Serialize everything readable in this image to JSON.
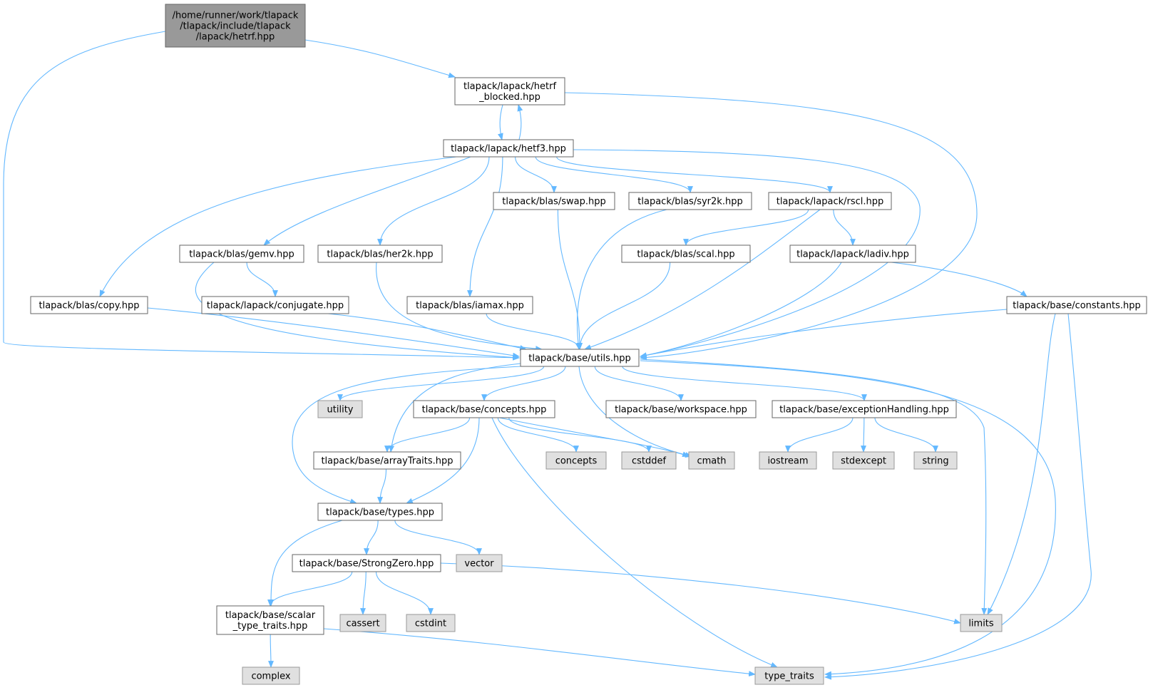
{
  "colors": {
    "edge": "#63b8ff",
    "root_fill": "#999999",
    "root_stroke": "#666666",
    "node_fill": "#ffffff",
    "node_stroke": "#666666",
    "sys_fill": "#e0e0e0",
    "sys_stroke": "#999999"
  },
  "nodes": [
    {
      "id": "root",
      "lines": [
        "/home/runner/work/tlapack",
        "/tlapack/include/tlapack",
        "/lapack/hetrf.hpp"
      ],
      "kind": "root"
    },
    {
      "id": "hetrf_blocked",
      "lines": [
        "tlapack/lapack/hetrf",
        "_blocked.hpp"
      ],
      "kind": "file"
    },
    {
      "id": "hetf3",
      "lines": [
        "tlapack/lapack/hetf3.hpp"
      ],
      "kind": "file"
    },
    {
      "id": "swap",
      "lines": [
        "tlapack/blas/swap.hpp"
      ],
      "kind": "file"
    },
    {
      "id": "syr2k",
      "lines": [
        "tlapack/blas/syr2k.hpp"
      ],
      "kind": "file"
    },
    {
      "id": "rscl",
      "lines": [
        "tlapack/lapack/rscl.hpp"
      ],
      "kind": "file"
    },
    {
      "id": "gemv",
      "lines": [
        "tlapack/blas/gemv.hpp"
      ],
      "kind": "file"
    },
    {
      "id": "her2k",
      "lines": [
        "tlapack/blas/her2k.hpp"
      ],
      "kind": "file"
    },
    {
      "id": "scal",
      "lines": [
        "tlapack/blas/scal.hpp"
      ],
      "kind": "file"
    },
    {
      "id": "ladiv",
      "lines": [
        "tlapack/lapack/ladiv.hpp"
      ],
      "kind": "file"
    },
    {
      "id": "copy",
      "lines": [
        "tlapack/blas/copy.hpp"
      ],
      "kind": "file"
    },
    {
      "id": "conjugate",
      "lines": [
        "tlapack/lapack/conjugate.hpp"
      ],
      "kind": "file"
    },
    {
      "id": "iamax",
      "lines": [
        "tlapack/blas/iamax.hpp"
      ],
      "kind": "file"
    },
    {
      "id": "constants",
      "lines": [
        "tlapack/base/constants.hpp"
      ],
      "kind": "file"
    },
    {
      "id": "utils",
      "lines": [
        "tlapack/base/utils.hpp"
      ],
      "kind": "file"
    },
    {
      "id": "utility",
      "lines": [
        "utility"
      ],
      "kind": "sys"
    },
    {
      "id": "concepts_hpp",
      "lines": [
        "tlapack/base/concepts.hpp"
      ],
      "kind": "file"
    },
    {
      "id": "workspace",
      "lines": [
        "tlapack/base/workspace.hpp"
      ],
      "kind": "file"
    },
    {
      "id": "exception",
      "lines": [
        "tlapack/base/exceptionHandling.hpp"
      ],
      "kind": "file"
    },
    {
      "id": "arraytraits",
      "lines": [
        "tlapack/base/arrayTraits.hpp"
      ],
      "kind": "file"
    },
    {
      "id": "concepts",
      "lines": [
        "concepts"
      ],
      "kind": "sys"
    },
    {
      "id": "cstddef",
      "lines": [
        "cstddef"
      ],
      "kind": "sys"
    },
    {
      "id": "cmath",
      "lines": [
        "cmath"
      ],
      "kind": "sys"
    },
    {
      "id": "iostream",
      "lines": [
        "iostream"
      ],
      "kind": "sys"
    },
    {
      "id": "stdexcept",
      "lines": [
        "stdexcept"
      ],
      "kind": "sys"
    },
    {
      "id": "string",
      "lines": [
        "string"
      ],
      "kind": "sys"
    },
    {
      "id": "types",
      "lines": [
        "tlapack/base/types.hpp"
      ],
      "kind": "file"
    },
    {
      "id": "strongzero",
      "lines": [
        "tlapack/base/StrongZero.hpp"
      ],
      "kind": "file"
    },
    {
      "id": "vector",
      "lines": [
        "vector"
      ],
      "kind": "sys"
    },
    {
      "id": "scalar_tt",
      "lines": [
        "tlapack/base/scalar",
        "_type_traits.hpp"
      ],
      "kind": "file"
    },
    {
      "id": "cassert",
      "lines": [
        "cassert"
      ],
      "kind": "sys"
    },
    {
      "id": "cstdint",
      "lines": [
        "cstdint"
      ],
      "kind": "sys"
    },
    {
      "id": "limits",
      "lines": [
        "limits"
      ],
      "kind": "sys"
    },
    {
      "id": "complex",
      "lines": [
        "complex"
      ],
      "kind": "sys"
    },
    {
      "id": "type_traits",
      "lines": [
        "type_traits"
      ],
      "kind": "sys"
    }
  ],
  "edges": [
    [
      "root",
      "hetrf_blocked"
    ],
    [
      "root",
      "utils"
    ],
    [
      "hetrf_blocked",
      "hetf3"
    ],
    [
      "hetrf_blocked",
      "utils"
    ],
    [
      "hetf3",
      "hetrf_blocked"
    ],
    [
      "hetf3",
      "swap"
    ],
    [
      "hetf3",
      "syr2k"
    ],
    [
      "hetf3",
      "rscl"
    ],
    [
      "hetf3",
      "gemv"
    ],
    [
      "hetf3",
      "her2k"
    ],
    [
      "hetf3",
      "copy"
    ],
    [
      "hetf3",
      "iamax"
    ],
    [
      "hetf3",
      "utils"
    ],
    [
      "swap",
      "utils"
    ],
    [
      "syr2k",
      "utils"
    ],
    [
      "rscl",
      "scal"
    ],
    [
      "rscl",
      "ladiv"
    ],
    [
      "rscl",
      "utils"
    ],
    [
      "gemv",
      "conjugate"
    ],
    [
      "gemv",
      "utils"
    ],
    [
      "her2k",
      "utils"
    ],
    [
      "scal",
      "utils"
    ],
    [
      "ladiv",
      "constants"
    ],
    [
      "ladiv",
      "utils"
    ],
    [
      "copy",
      "utils"
    ],
    [
      "conjugate",
      "utils"
    ],
    [
      "iamax",
      "utils"
    ],
    [
      "constants",
      "utils"
    ],
    [
      "constants",
      "limits"
    ],
    [
      "constants",
      "type_traits"
    ],
    [
      "utils",
      "utility"
    ],
    [
      "utils",
      "concepts_hpp"
    ],
    [
      "utils",
      "workspace"
    ],
    [
      "utils",
      "exception"
    ],
    [
      "utils",
      "arraytraits"
    ],
    [
      "utils",
      "types"
    ],
    [
      "utils",
      "cmath"
    ],
    [
      "utils",
      "limits"
    ],
    [
      "utils",
      "type_traits"
    ],
    [
      "concepts_hpp",
      "arraytraits"
    ],
    [
      "concepts_hpp",
      "concepts"
    ],
    [
      "concepts_hpp",
      "cstddef"
    ],
    [
      "concepts_hpp",
      "cmath"
    ],
    [
      "concepts_hpp",
      "types"
    ],
    [
      "concepts_hpp",
      "type_traits"
    ],
    [
      "exception",
      "iostream"
    ],
    [
      "exception",
      "stdexcept"
    ],
    [
      "exception",
      "string"
    ],
    [
      "arraytraits",
      "types"
    ],
    [
      "types",
      "strongzero"
    ],
    [
      "types",
      "vector"
    ],
    [
      "types",
      "scalar_tt"
    ],
    [
      "strongzero",
      "scalar_tt"
    ],
    [
      "strongzero",
      "cassert"
    ],
    [
      "strongzero",
      "cstdint"
    ],
    [
      "strongzero",
      "limits"
    ],
    [
      "scalar_tt",
      "complex"
    ],
    [
      "scalar_tt",
      "type_traits"
    ]
  ]
}
